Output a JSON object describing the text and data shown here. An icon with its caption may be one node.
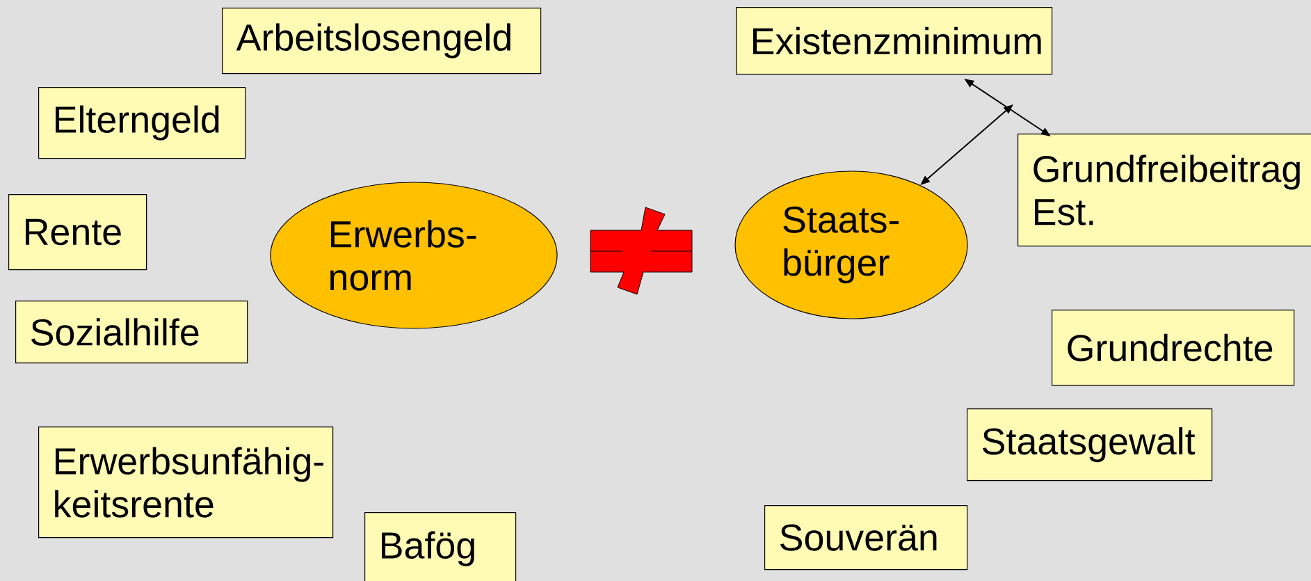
{
  "diagram": {
    "nodes": [
      {
        "text": [
          "Arbeitslosengeld"
        ]
      },
      {
        "text": [
          "Existenzminimum"
        ]
      },
      {
        "text": [
          "Elterngeld"
        ]
      },
      {
        "text": [
          "Grundfreibeitrag Est."
        ]
      },
      {
        "text": [
          "Rente"
        ]
      },
      {
        "text": [
          "Erwerbs- norm"
        ]
      },
      {
        "text": [
          "Staats- bürger"
        ]
      },
      {
        "text": [
          "Sozialhilfe"
        ]
      },
      {
        "text": [
          "Grundrechte"
        ]
      },
      {
        "text": [
          "Staatsgewalt"
        ]
      },
      {
        "text": [
          "Erwerbsunfähig- keitsrente"
        ]
      },
      {
        "text": [
          "Souverän"
        ]
      },
      {
        "text": [
          "Bafög"
        ]
      }
    ],
    "edges": [
      {
        "from": 1,
        "to": 3,
        "arrow": "both"
      },
      {
        "from": 6,
        "to": null,
        "arrow": "both"
      }
    ]
  }
}
